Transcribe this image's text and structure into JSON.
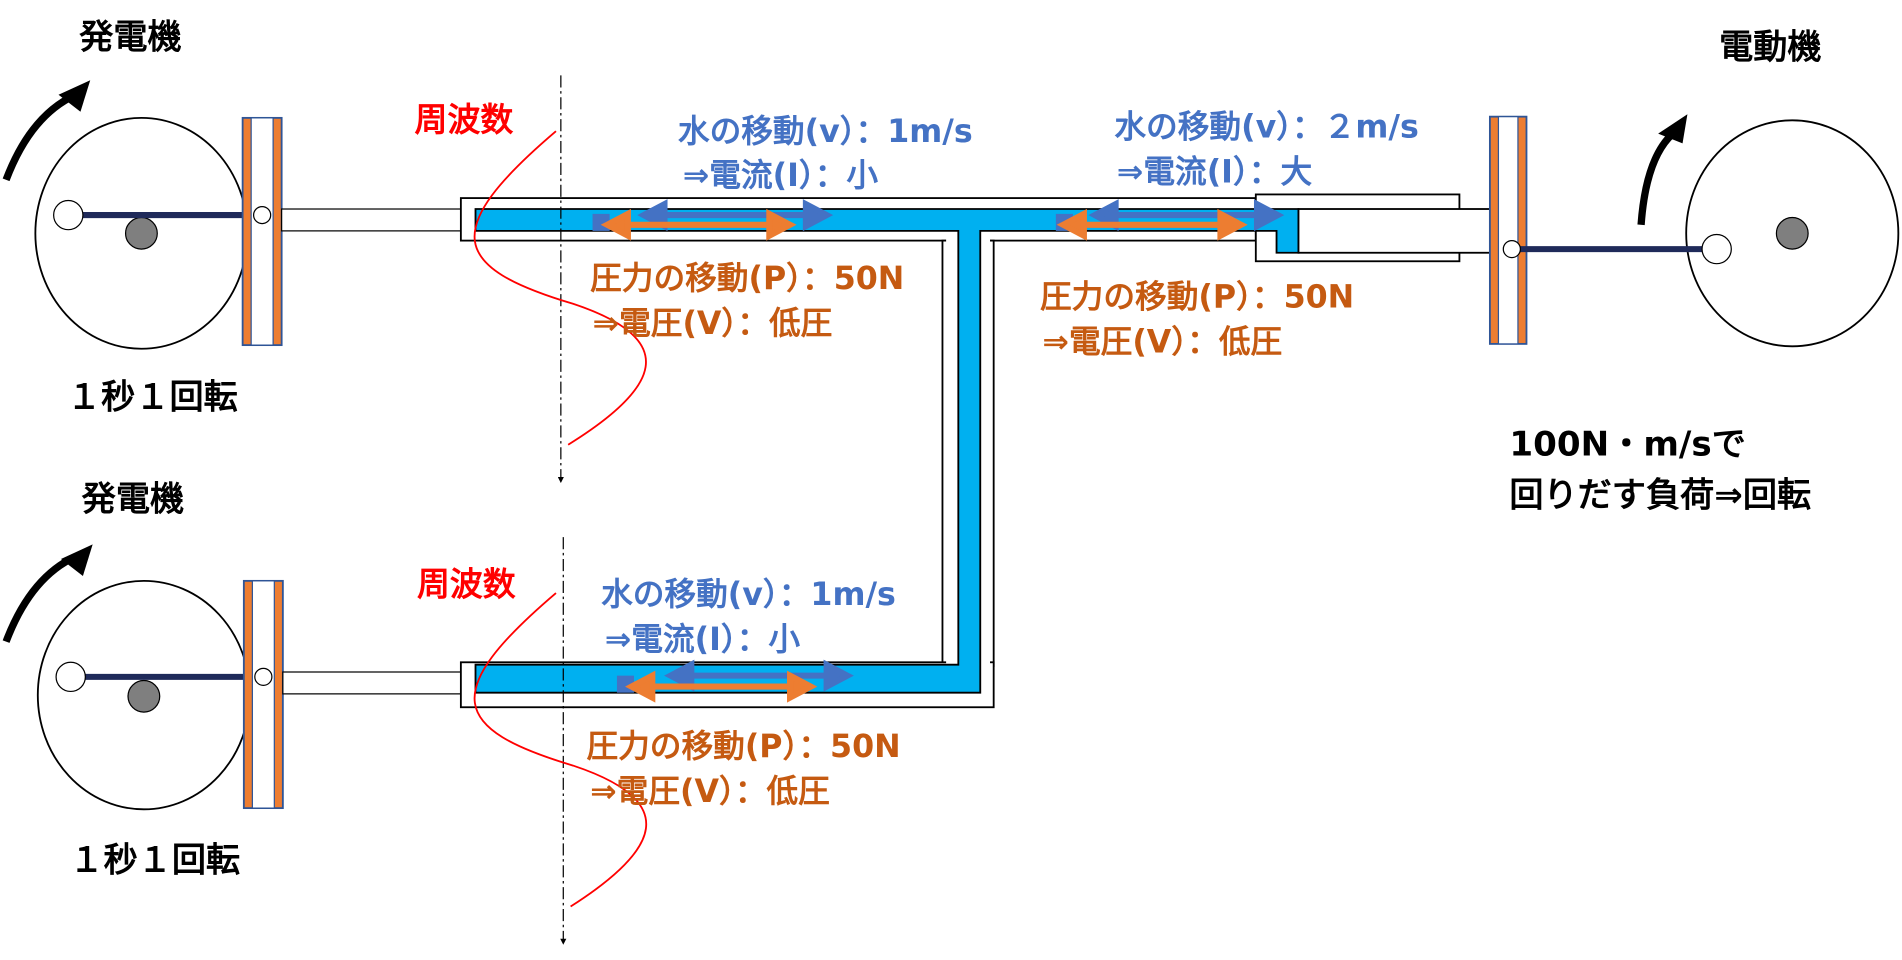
{
  "generator_top": {
    "title": "発電機",
    "caption": "１秒１回転"
  },
  "generator_bottom": {
    "title": "発電機",
    "caption": "１秒１回転"
  },
  "motor": {
    "title": "電動機",
    "load_line1": "100N・m/sで",
    "load_line2": "回りだす負荷⇒回転"
  },
  "frequency_top": "周波数",
  "frequency_bottom": "周波数",
  "flow_top_left": {
    "water": "水の移動(v）：1m/s",
    "current": "⇒電流(I）：小",
    "pressure": "圧力の移動(P）：50N",
    "voltage": "⇒電圧(V）：低圧"
  },
  "flow_top_right": {
    "water": "水の移動(v）：２m/s",
    "current": "⇒電流(I）：大",
    "pressure": "圧力の移動(P）：50N",
    "voltage": "⇒電圧(V）：低圧"
  },
  "flow_bottom": {
    "water": "水の移動(v）：1m/s",
    "current": "⇒電流(I）：小",
    "pressure": "圧力の移動(P）：50N",
    "voltage": "⇒電圧(V）：低圧"
  },
  "colors": {
    "water": "#00b0f0",
    "flow_arrow": "#4472c4",
    "pressure_arrow": "#ed7d31",
    "plate": "#ed7d31",
    "frequency": "#ff0000"
  }
}
